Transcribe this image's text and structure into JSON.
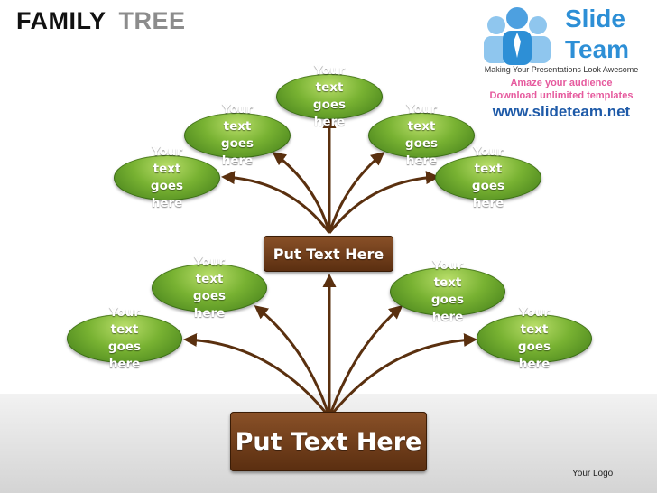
{
  "header": {
    "title_word1": "FAMILY",
    "title_word2": "TREE"
  },
  "brand": {
    "name_line1": "Slide",
    "name_line2": "Team",
    "tagline": "Making Your Presentations Look Awesome",
    "promo_line1": "Amaze your audience",
    "promo_line2": "Download unlimited templates",
    "url": "www.slideteam.net"
  },
  "diagram": {
    "upper_hub": "Put Text Here",
    "lower_hub": "Put Text Here",
    "upper_nodes": [
      {
        "line1": "Your text",
        "line2": "goes here"
      },
      {
        "line1": "Your text",
        "line2": "goes here"
      },
      {
        "line1": "Your text",
        "line2": "goes here"
      },
      {
        "line1": "Your text",
        "line2": "goes here"
      },
      {
        "line1": "Your text",
        "line2": "goes here"
      }
    ],
    "lower_nodes": [
      {
        "line1": "Your text",
        "line2": "goes here"
      },
      {
        "line1": "Your text",
        "line2": "goes here"
      },
      {
        "line1": "Your text",
        "line2": "goes here"
      },
      {
        "line1": "Your text",
        "line2": "goes here"
      }
    ]
  },
  "footer": {
    "logo_text": "Your Logo"
  },
  "colors": {
    "node_green": "#78b232",
    "hub_brown": "#6b3a18",
    "connector": "#5a300f"
  }
}
